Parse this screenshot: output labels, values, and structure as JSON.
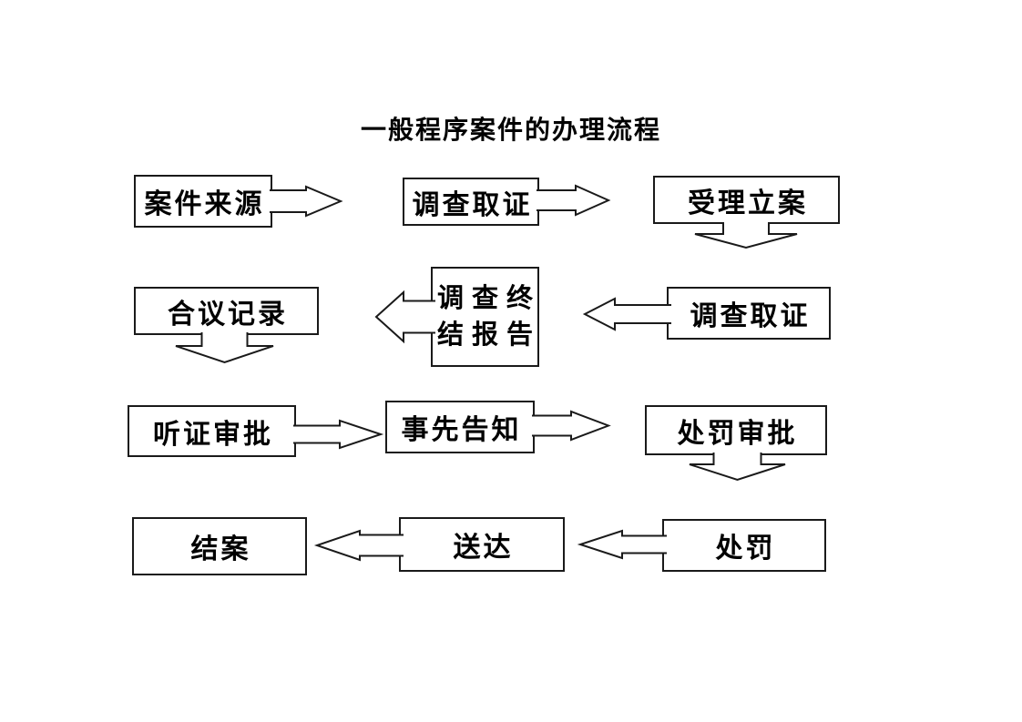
{
  "title": "一般程序案件的办理流程",
  "boxes": {
    "case_source": "案件来源",
    "investigate_1": "调查取证",
    "accept_case": "受理立案",
    "collegial_record": "合议记录",
    "final_report_line1": "调查终",
    "final_report_line2": "结报告",
    "investigate_2": "调查取证",
    "hearing_approval": "听证审批",
    "prior_notice": "事先告知",
    "penalty_approval": "处罚审批",
    "close_case": "结案",
    "serve": "送达",
    "penalty": "处罚"
  },
  "edges": [
    {
      "from": "案件来源",
      "to": "调查取证",
      "direction": "right"
    },
    {
      "from": "调查取证",
      "to": "受理立案",
      "direction": "right"
    },
    {
      "from": "受理立案",
      "to": "调查取证",
      "direction": "down"
    },
    {
      "from": "调查取证",
      "to": "调查终结报告",
      "direction": "left"
    },
    {
      "from": "调查终结报告",
      "to": "合议记录",
      "direction": "left"
    },
    {
      "from": "合议记录",
      "to": "听证审批",
      "direction": "down"
    },
    {
      "from": "听证审批",
      "to": "事先告知",
      "direction": "right"
    },
    {
      "from": "事先告知",
      "to": "处罚审批",
      "direction": "right"
    },
    {
      "from": "处罚审批",
      "to": "处罚",
      "direction": "down"
    },
    {
      "from": "处罚",
      "to": "送达",
      "direction": "left"
    },
    {
      "from": "送达",
      "to": "结案",
      "direction": "left"
    }
  ]
}
